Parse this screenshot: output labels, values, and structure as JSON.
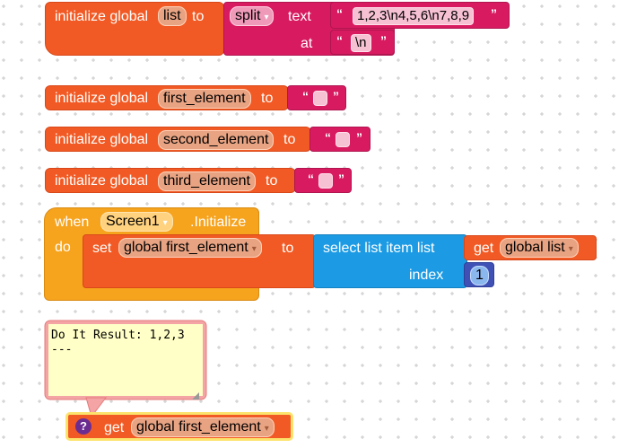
{
  "blocks": {
    "b1": {
      "label": "initialize global",
      "var": "list",
      "to": "to",
      "split": "split",
      "text_label": "text",
      "text_value": "1,2,3\\n4,5,6\\n7,8,9",
      "at_label": "at",
      "at_value": "\\n"
    },
    "b2": {
      "label": "initialize global",
      "var": "first_element",
      "to": "to"
    },
    "b3": {
      "label": "initialize global",
      "var": "second_element",
      "to": "to"
    },
    "b4": {
      "label": "initialize global",
      "var": "third_element",
      "to": "to"
    },
    "b5": {
      "when": "when",
      "component": "Screen1",
      "event": ".Initialize",
      "do": "do",
      "set": "set",
      "set_var": "global first_element",
      "to": "to",
      "select": "select list item  list",
      "get": "get",
      "get_var": "global list",
      "index_label": "index",
      "index_value": "1"
    },
    "b6": {
      "icon": "?",
      "get": "get",
      "var": "global first_element"
    }
  },
  "comment": {
    "line1": "Do It Result: 1,2,3",
    "line2": "---"
  },
  "symbols": {
    "open_quote": "“",
    "close_quote": "”",
    "dropdown": "▾"
  },
  "colors": {
    "variable_orange": "#f15a24",
    "text_pink": "#d81b60",
    "event_yellow": "#f6a31e",
    "list_blue": "#1c9be4",
    "math_blue": "#3f51b5",
    "comment_bg": "#ffffc7",
    "comment_border": "#f08080"
  }
}
